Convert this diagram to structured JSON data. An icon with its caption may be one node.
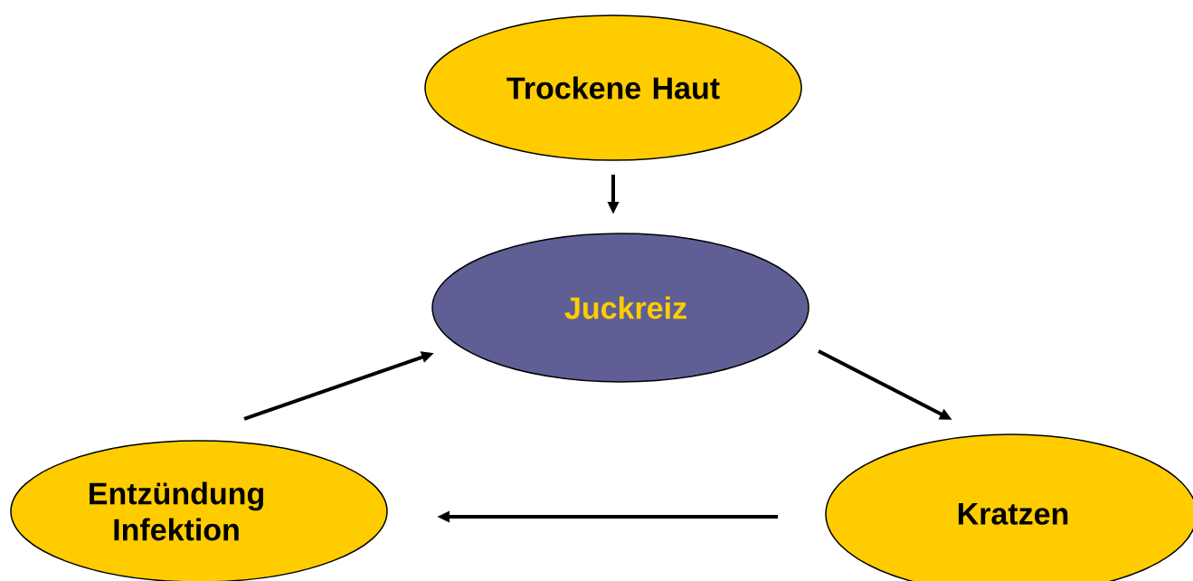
{
  "diagram": {
    "nodes": [
      {
        "text": [
          "Trockene Haut"
        ]
      },
      {
        "text": [
          "Juckreiz"
        ]
      },
      {
        "text": [
          "Entzündung Infektion"
        ]
      },
      {
        "text": [
          "Kratzen"
        ]
      }
    ],
    "edges": [
      {
        "from": 0,
        "to": 1,
        "arrow": "to"
      },
      {
        "from": 1,
        "to": 3,
        "arrow": "to"
      },
      {
        "from": 3,
        "to": 2,
        "arrow": "to"
      },
      {
        "from": 2,
        "to": 1,
        "arrow": "to"
      }
    ]
  }
}
